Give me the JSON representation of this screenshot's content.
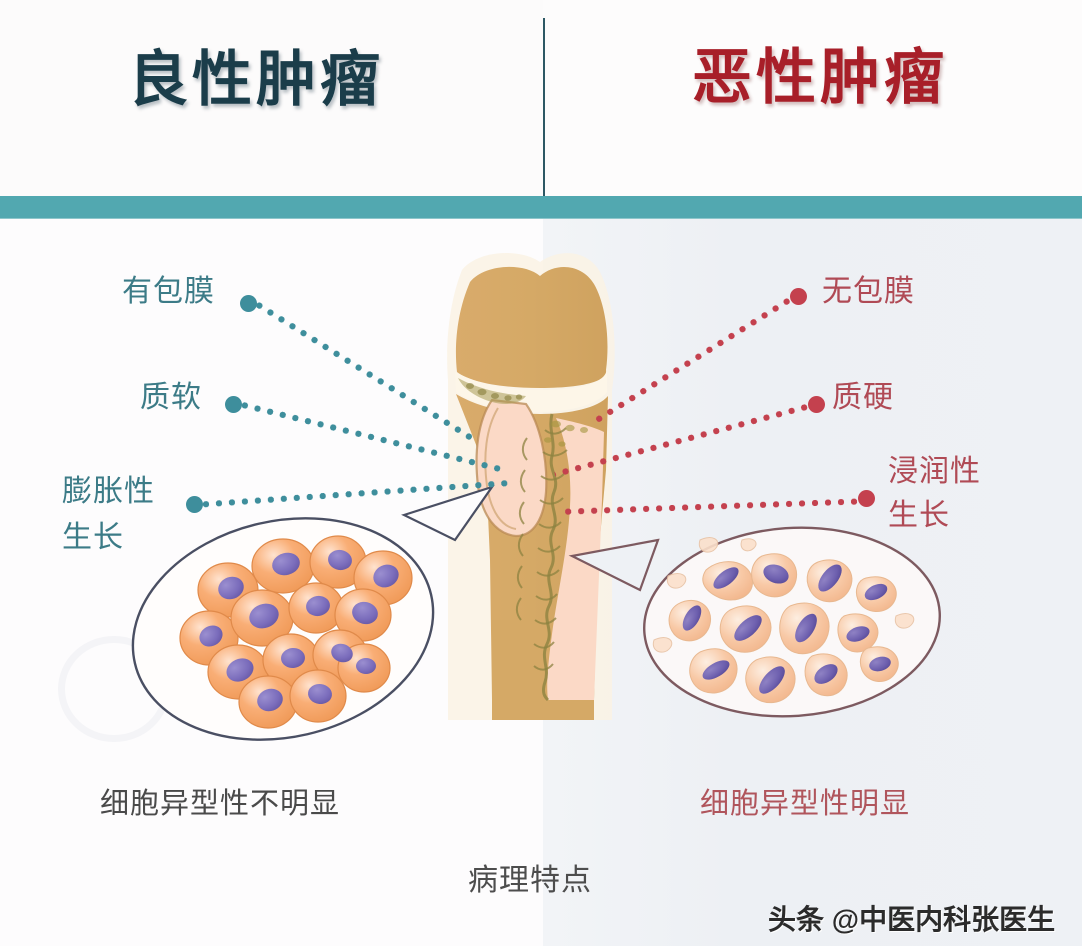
{
  "header": {
    "benign_title": "良性肿瘤",
    "malignant_title": "恶性肿瘤",
    "divider": "vertical-divider",
    "accent_bar_color": "#52a8b0",
    "benign_title_color": "#1b3d4a",
    "malignant_title_color": "#a81f29"
  },
  "diagram": {
    "subject": "bone-with-tumor-cross-section",
    "center_caption": "病理特点"
  },
  "benign": {
    "labels": [
      {
        "text": "有包膜",
        "dot_color": "#3e8e9c"
      },
      {
        "text": "质软",
        "dot_color": "#3e8e9c"
      },
      {
        "text": "膨胀性",
        "dot_color": "#3e8e9c"
      },
      {
        "text": "生长",
        "dot_color": "#3e8e9c"
      }
    ],
    "caption": "细胞异型性不明显",
    "cell_callout": "benign-cell-cluster",
    "leader_color": "#3e8e9c",
    "text_color": "#3c7b87"
  },
  "malignant": {
    "labels": [
      {
        "text": "无包膜",
        "dot_color": "#c4414e"
      },
      {
        "text": "质硬",
        "dot_color": "#c4414e"
      },
      {
        "text": "浸润性",
        "dot_color": "#c4414e"
      },
      {
        "text": "生长",
        "dot_color": "#c4414e"
      }
    ],
    "caption": "细胞异型性明显",
    "cell_callout": "malignant-cell-cluster",
    "leader_color": "#c4414e",
    "text_color": "#b04a55"
  },
  "watermark": {
    "text": "头条 @中医内科张医生"
  }
}
